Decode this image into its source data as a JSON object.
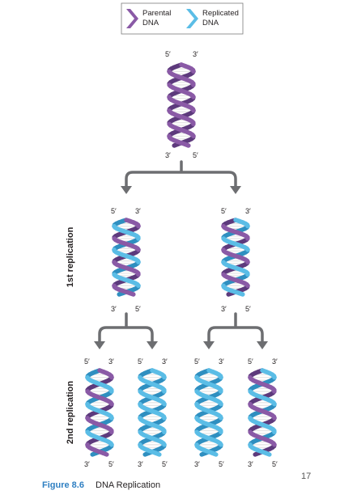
{
  "legend": {
    "parental_label": [
      "Parental",
      "DNA"
    ],
    "replicated_label": [
      "Replicated",
      "DNA"
    ]
  },
  "colors": {
    "parental": "#8a5aa6",
    "parental_dark": "#5d3a7c",
    "replicated": "#5bbde6",
    "replicated_dark": "#2f8fc0",
    "arrow": "#6d6e71",
    "figure_number": "#2e7fc2"
  },
  "primes": {
    "five": "5′",
    "three": "3′"
  },
  "side_labels": {
    "first": "1st replication",
    "second": "2nd replication"
  },
  "caption": {
    "number": "Figure 8.6",
    "title": "DNA Replication"
  },
  "page_number": "17"
}
